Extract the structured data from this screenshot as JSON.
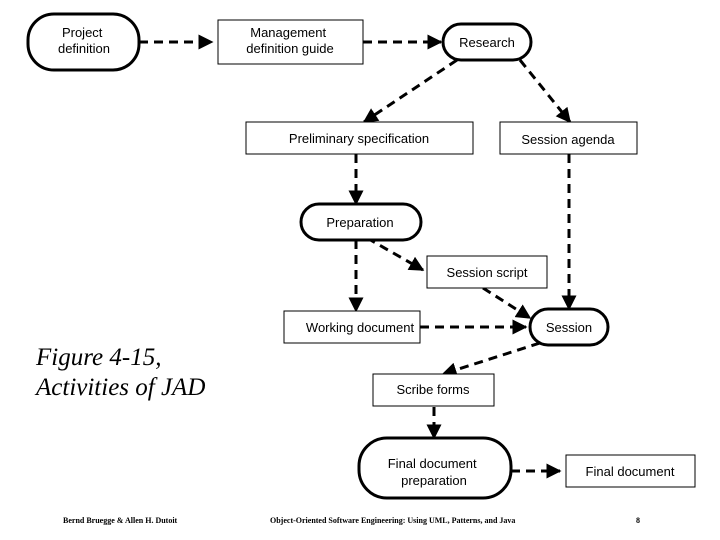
{
  "nodes": {
    "project_definition": [
      "Project",
      "definition"
    ],
    "management_guide": [
      "Management",
      "definition guide"
    ],
    "research": [
      "Research"
    ],
    "preliminary_spec": [
      "Preliminary specification"
    ],
    "session_agenda": [
      "Session agenda"
    ],
    "preparation": [
      "Preparation"
    ],
    "session_script": [
      "Session script"
    ],
    "working_document": [
      "Working document"
    ],
    "session": [
      "Session"
    ],
    "scribe_forms": [
      "Scribe forms"
    ],
    "final_doc_prep": [
      "Final document",
      "preparation"
    ],
    "final_document": [
      "Final document"
    ]
  },
  "caption": {
    "line1": "Figure 4-15,",
    "line2": "Activities of JAD"
  },
  "footer": {
    "authors": "Bernd Bruegge & Allen H. Dutoit",
    "book": "Object-Oriented Software Engineering: Using UML, Patterns, and Java",
    "page": "8"
  }
}
